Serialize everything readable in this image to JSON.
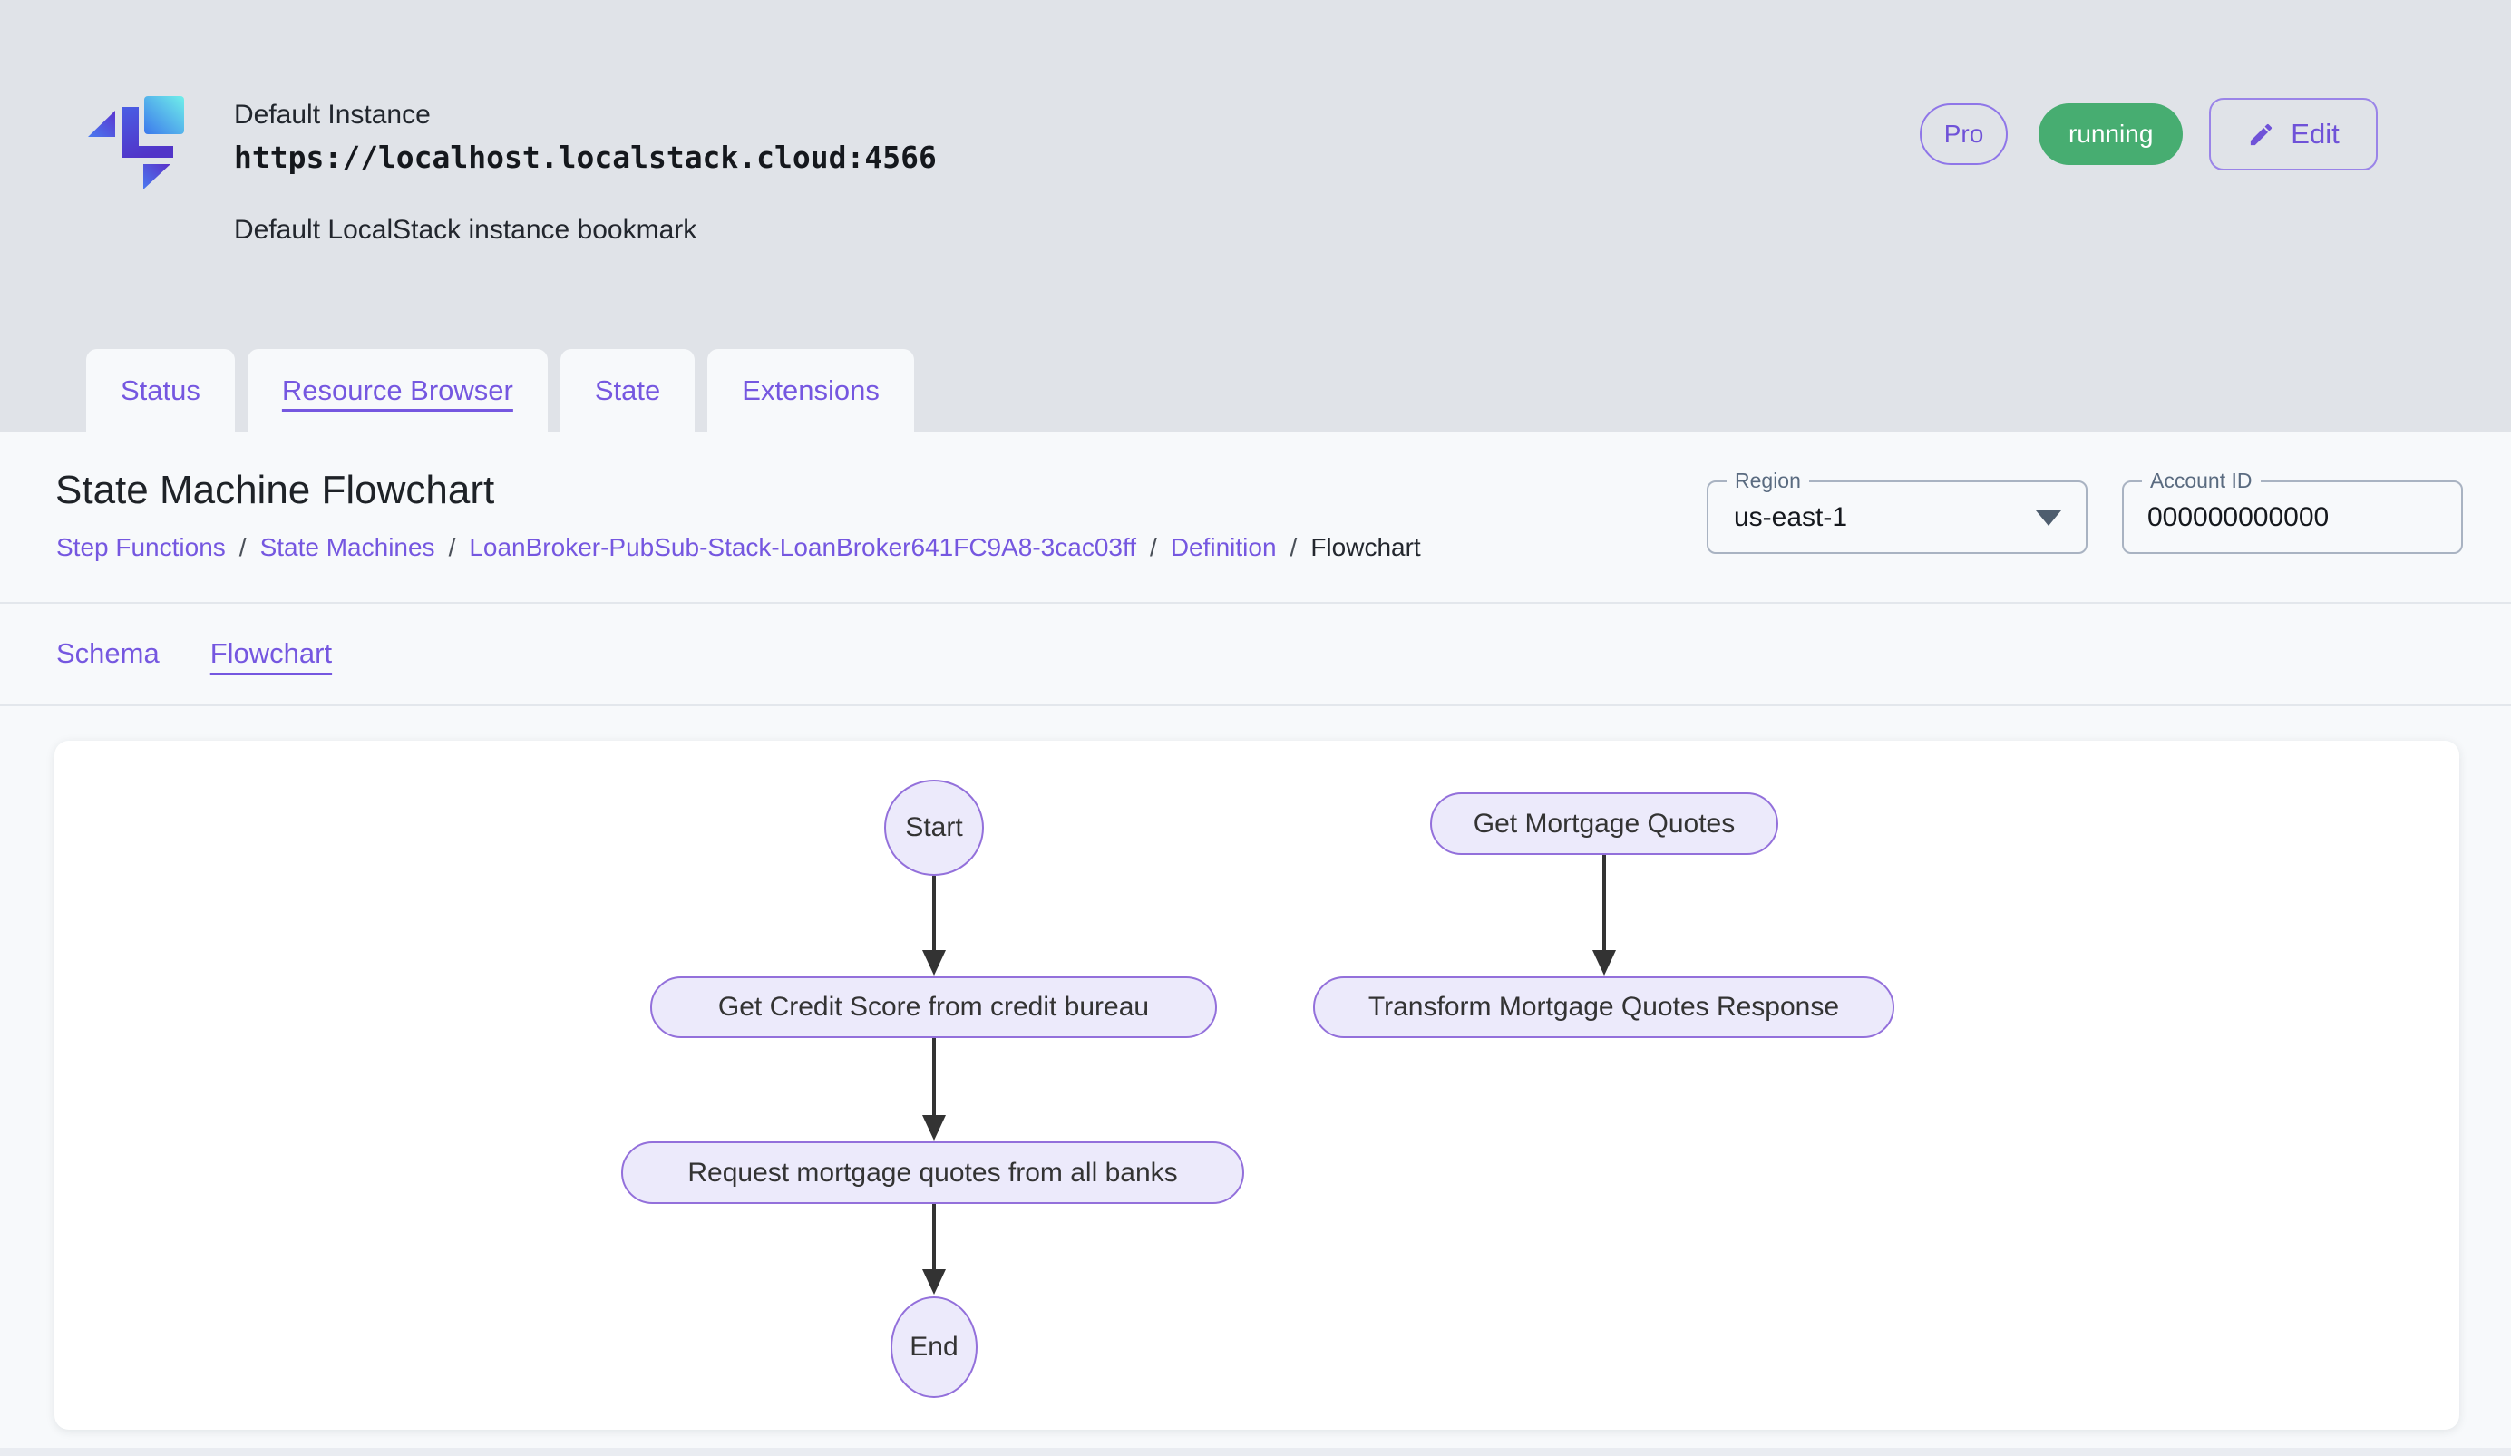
{
  "header": {
    "instance_name": "Default Instance",
    "instance_url": "https://localhost.localstack.cloud:4566",
    "instance_description": "Default LocalStack instance bookmark",
    "pro_badge": "Pro",
    "status_badge": "running",
    "edit_button": "Edit"
  },
  "tabs": [
    {
      "label": "Status",
      "active": false
    },
    {
      "label": "Resource Browser",
      "active": true
    },
    {
      "label": "State",
      "active": false
    },
    {
      "label": "Extensions",
      "active": false
    }
  ],
  "page": {
    "title": "State Machine Flowchart",
    "breadcrumb_separator": "/",
    "breadcrumb": [
      {
        "label": "Step Functions",
        "link": true
      },
      {
        "label": "State Machines",
        "link": true
      },
      {
        "label": "LoanBroker-PubSub-Stack-LoanBroker641FC9A8-3cac03ff",
        "link": true
      },
      {
        "label": "Definition",
        "link": true
      },
      {
        "label": "Flowchart",
        "link": false
      }
    ],
    "region": {
      "label": "Region",
      "value": "us-east-1"
    },
    "account_id": {
      "label": "Account ID",
      "value": "000000000000"
    }
  },
  "subtabs": [
    {
      "label": "Schema",
      "active": false
    },
    {
      "label": "Flowchart",
      "active": true
    }
  ],
  "flowchart": {
    "nodes": [
      {
        "id": "start",
        "label": "Start",
        "shape": "ellipse"
      },
      {
        "id": "get-credit-score",
        "label": "Get Credit Score from credit bureau",
        "shape": "stadium"
      },
      {
        "id": "request-quotes",
        "label": "Request mortgage quotes from all banks",
        "shape": "stadium"
      },
      {
        "id": "end",
        "label": "End",
        "shape": "ellipse"
      },
      {
        "id": "get-mortgage-quotes",
        "label": "Get Mortgage Quotes",
        "shape": "stadium"
      },
      {
        "id": "transform-response",
        "label": "Transform Mortgage Quotes Response",
        "shape": "stadium"
      }
    ],
    "edges": [
      {
        "from": "start",
        "to": "get-credit-score"
      },
      {
        "from": "get-credit-score",
        "to": "request-quotes"
      },
      {
        "from": "request-quotes",
        "to": "end"
      },
      {
        "from": "get-mortgage-quotes",
        "to": "transform-response"
      }
    ]
  },
  "colors": {
    "accent_purple": "#7557E0",
    "running_green": "#47AD71",
    "node_fill": "#ECEAFB",
    "node_border": "#9370DB",
    "edge": "#333333",
    "header_background": "#E0E3E8",
    "panel_background": "#F7F9FB"
  }
}
